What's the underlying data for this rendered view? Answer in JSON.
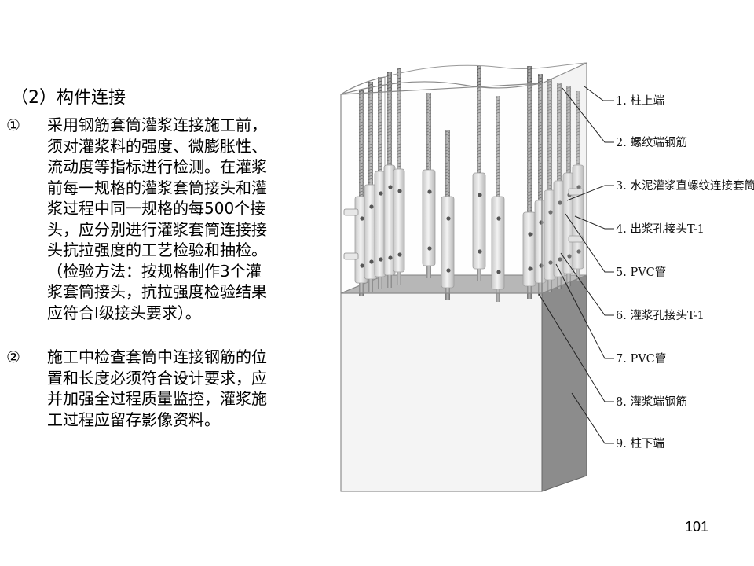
{
  "heading": "（2）构件连接",
  "items": [
    {
      "marker": "①",
      "lines": [
        "采用钢筋套筒灌浆连接施工前，",
        "须对灌浆料的强度、微膨胀性、",
        "流动度等指标进行检测。在灌浆",
        "前每一规格的灌浆套筒接头和灌",
        "浆过程中同一规格的每500个接",
        "头，应分别进行灌浆套筒连接接",
        "头抗拉强度的工艺检验和抽检。",
        "（检验方法：按规格制作3个灌",
        "浆套筒接头，抗拉强度检验结果",
        "应符合Ⅰ级接头要求）。"
      ]
    },
    {
      "marker": "②",
      "lines": [
        "施工中检查套筒中连接钢筋的位",
        "置和长度必须符合设计要求，应",
        "并加强全过程质量监控，灌浆施",
        "工过程应留存影像资料。"
      ]
    }
  ],
  "diagram": {
    "labels": [
      "1. 柱上端",
      "2. 螺纹端钢筋",
      "3. 水泥灌浆直螺纹连接套筒",
      "4. 出浆孔接头T-1",
      "5. PVC管",
      "6. 灌浆孔接头T-1",
      "7. PVC管",
      "8. 灌浆端钢筋",
      "9. 柱下端"
    ]
  },
  "page_number": "101",
  "colors": {
    "text": "#000000",
    "column_front": "#f4f4f4",
    "column_side": "#8c8c8c",
    "top_face": "#a9a9a9",
    "sleeve": "#d9d9d9",
    "rebar": "#9a9a9a"
  }
}
